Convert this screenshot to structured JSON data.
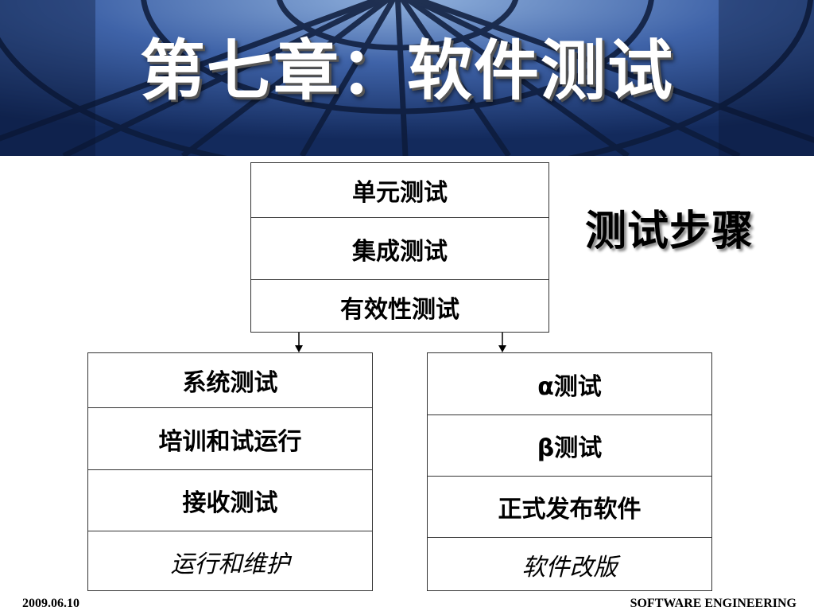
{
  "slide": {
    "title": "第七章：软件测试",
    "side_title": "测试步骤",
    "footer_left": "2009.06.10",
    "footer_right": "SOFTWARE ENGINEERING",
    "colors": {
      "banner": "#1e3d7a",
      "border": "#333333"
    }
  },
  "top_group": {
    "items": [
      {
        "label": "单元测试"
      },
      {
        "label": "集成测试"
      },
      {
        "label": "有效性测试"
      }
    ]
  },
  "left_group": {
    "items": [
      {
        "label": "系统测试"
      },
      {
        "label": "培训和试运行"
      },
      {
        "label": "接收测试"
      },
      {
        "label": "运行和维护"
      }
    ]
  },
  "right_group": {
    "items": [
      {
        "label": "α测试"
      },
      {
        "label": "β测试"
      },
      {
        "label": "正式发布软件"
      },
      {
        "label": "软件改版"
      }
    ]
  }
}
